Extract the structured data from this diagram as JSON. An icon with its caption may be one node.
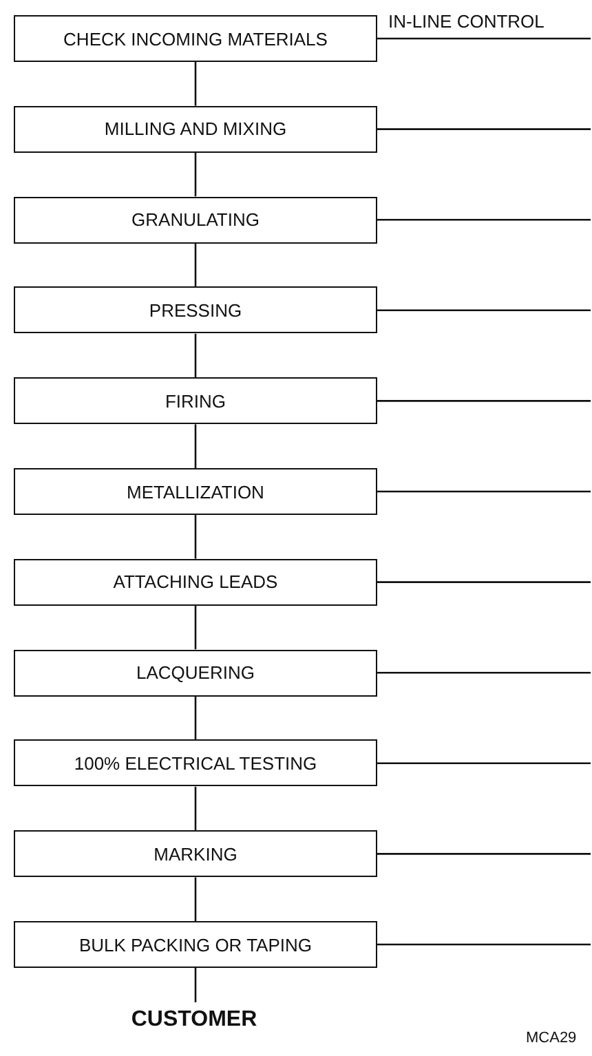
{
  "diagram": {
    "nodes": [
      {
        "text": [
          "CHECK INCOMING MATERIALS"
        ]
      },
      {
        "text": [
          "MILLING AND MIXING"
        ]
      },
      {
        "text": [
          "GRANULATING"
        ]
      },
      {
        "text": [
          "PRESSING"
        ]
      },
      {
        "text": [
          "FIRING"
        ]
      },
      {
        "text": [
          "METALLIZATION"
        ]
      },
      {
        "text": [
          "ATTACHING LEADS"
        ]
      },
      {
        "text": [
          "LACQUERING"
        ]
      },
      {
        "text": [
          "100% ELECTRICAL TESTING"
        ]
      },
      {
        "text": [
          "MARKING"
        ]
      },
      {
        "text": [
          "BULK PACKING OR TAPING"
        ]
      },
      {
        "text": [
          "CUSTOMER"
        ]
      }
    ],
    "edges": [
      {
        "from": 0,
        "to": 1,
        "arrow": "none"
      },
      {
        "from": 1,
        "to": 2,
        "arrow": "none"
      },
      {
        "from": 2,
        "to": 3,
        "arrow": "none"
      },
      {
        "from": 3,
        "to": 4,
        "arrow": "none"
      },
      {
        "from": 4,
        "to": 5,
        "arrow": "none"
      },
      {
        "from": 5,
        "to": 6,
        "arrow": "none"
      },
      {
        "from": 6,
        "to": 7,
        "arrow": "none"
      },
      {
        "from": 7,
        "to": 8,
        "arrow": "none"
      },
      {
        "from": 8,
        "to": 9,
        "arrow": "none"
      },
      {
        "from": 9,
        "to": 10,
        "arrow": "none"
      },
      {
        "from": 10,
        "to": 11,
        "arrow": "none"
      },
      {
        "from": 0,
        "to": null,
        "arrow": "none"
      },
      {
        "from": 1,
        "to": null,
        "arrow": "none"
      },
      {
        "from": 2,
        "to": null,
        "arrow": "none"
      },
      {
        "from": 3,
        "to": null,
        "arrow": "none"
      },
      {
        "from": 4,
        "to": null,
        "arrow": "none"
      },
      {
        "from": 5,
        "to": null,
        "arrow": "none"
      },
      {
        "from": 6,
        "to": null,
        "arrow": "none"
      },
      {
        "from": 7,
        "to": null,
        "arrow": "none"
      },
      {
        "from": 8,
        "to": null,
        "arrow": "none"
      },
      {
        "from": 9,
        "to": null,
        "arrow": "none"
      },
      {
        "from": 10,
        "to": null,
        "arrow": "none"
      }
    ],
    "labels": [
      "IN-LINE CONTROL",
      "MCA29"
    ]
  }
}
